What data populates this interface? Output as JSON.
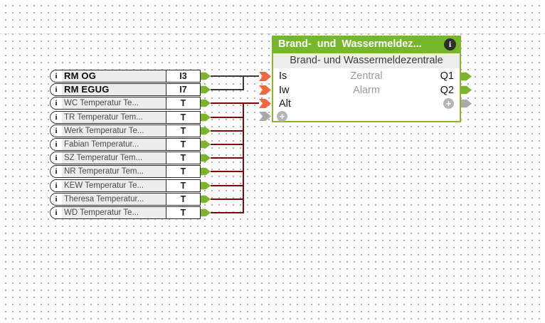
{
  "inputs": [
    {
      "label": "RM OG",
      "type": "I3"
    },
    {
      "label": "RM EGUG",
      "type": "I7"
    },
    {
      "label": "WC Temperatur Te...",
      "type": "T"
    },
    {
      "label": "TR Temperatur Tem...",
      "type": "T"
    },
    {
      "label": "Werk Temperatur Te...",
      "type": "T"
    },
    {
      "label": "Fabian Temperatur...",
      "type": "T"
    },
    {
      "label": "SZ Temperatur Tem...",
      "type": "T"
    },
    {
      "label": "NR Temperatur Tem...",
      "type": "T"
    },
    {
      "label": "KEW Temperatur Te...",
      "type": "T"
    },
    {
      "label": "Theresa Temperatur...",
      "type": "T"
    },
    {
      "label": "WD Temperatur Te...",
      "type": "T"
    }
  ],
  "input_info_icon": "i",
  "block": {
    "title": "Brand- und Wassermeldez...",
    "info_icon": "i",
    "subtitle": "Brand- und Wassermeldezentrale",
    "ports": {
      "in1": "Is",
      "in2": "Iw",
      "in3": "Alt",
      "mid1": "Zentral",
      "mid2": "Alarm",
      "out1": "Q1",
      "out2": "Q2",
      "add": "+"
    }
  },
  "colors": {
    "block_green": "#76b82a",
    "block_border_green": "#87b52c",
    "connector_green": "#7cb42e",
    "connector_orange": "#f2673f",
    "connector_gray": "#aaaaaa",
    "wire_dark": "#3a3a3a",
    "wire_red": "#7d0b0b"
  }
}
